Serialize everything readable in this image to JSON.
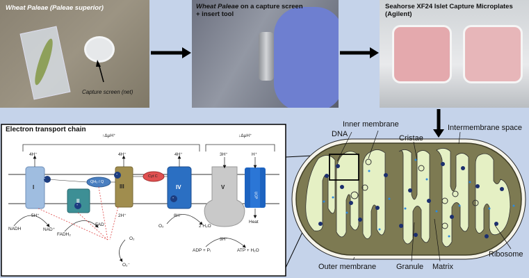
{
  "photos": {
    "p1": {
      "caption_italic": "Wheat Paleae (Paleae superior)",
      "callout": "Capture screen (net)"
    },
    "p2": {
      "caption_italic": "Wheat Paleae",
      "caption_rest": " on a capture screen",
      "caption_line2": "+ insert tool"
    },
    "p3": {
      "caption_line1": "Seahorse XF24 Islet Capture Microplates",
      "caption_line2": "(Agilent)"
    }
  },
  "etc": {
    "title": "Electron transport chain",
    "dmu_left": "↑ΔμH⁺",
    "dmu_right": "↓ΔμH⁺",
    "complexes": {
      "c1": "I",
      "c2": "II",
      "c3": "III",
      "c4": "IV",
      "c5": "V",
      "ucp": "UCP",
      "q": "QH₂ / Q",
      "cytc": "Cyt C"
    },
    "protons": {
      "c1_top": "4H⁺",
      "c3_top": "4H⁺",
      "c4_top": "4H⁺",
      "c5_top": "3H⁺",
      "ucp_top": "H⁺",
      "c1_bottom": "5H⁺",
      "c3_bottom": "2H⁺",
      "c4_bottom": "8H⁺",
      "c5_bottom": "3H⁺"
    },
    "substrates": {
      "nadh": "NADH",
      "nad": "NAD⁺",
      "fadh2": "FADH₂",
      "fad": "FAD",
      "o2": "O₂",
      "h2o": "2 H₂O",
      "adp": "ADP + Pᵢ",
      "atp": "ATP + H₂O",
      "heat": "Heat",
      "o2_ros": "O₂",
      "o2_superoxide": "O₂⁻"
    },
    "minus_sign": "-"
  },
  "mito": {
    "labels": {
      "dna": "DNA",
      "inner": "Inner membrane",
      "cristae": "Cristae",
      "intermembrane": "Intermembrane space",
      "outer": "Outer membrane",
      "granule": "Granule",
      "matrix": "Matrix",
      "ribosome": "Ribosome"
    }
  }
}
